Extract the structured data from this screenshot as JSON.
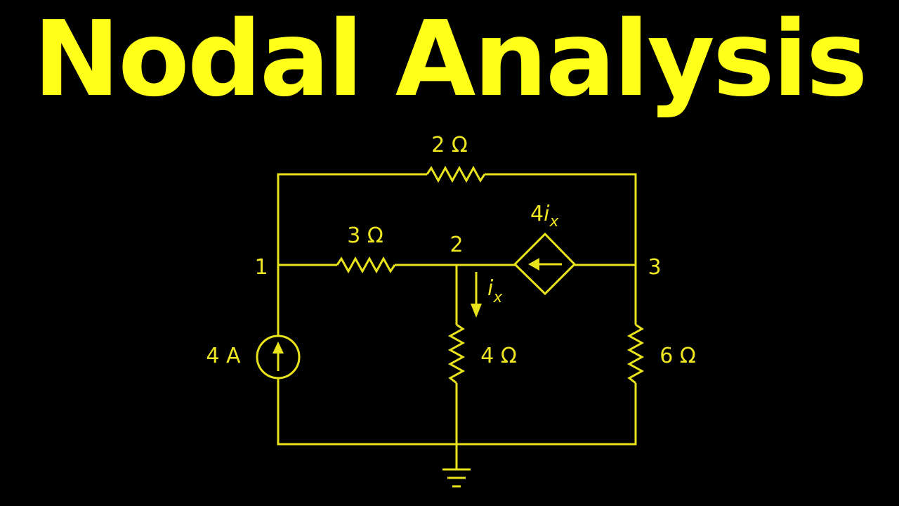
{
  "title": "Nodal Analysis",
  "circuit": {
    "r_top": "2 Ω",
    "r_12": "3 Ω",
    "r_2g": "4 Ω",
    "r_3g": "6 Ω",
    "current_source": "4 A",
    "dependent_source": {
      "coef": "4",
      "var": "i",
      "sub": "x"
    },
    "current_label": {
      "var": "i",
      "sub": "x"
    },
    "nodes": [
      "1",
      "2",
      "3"
    ],
    "colors": {
      "title": "#ffff1a",
      "circuit": "#e9e31c",
      "background": "#000000"
    }
  }
}
